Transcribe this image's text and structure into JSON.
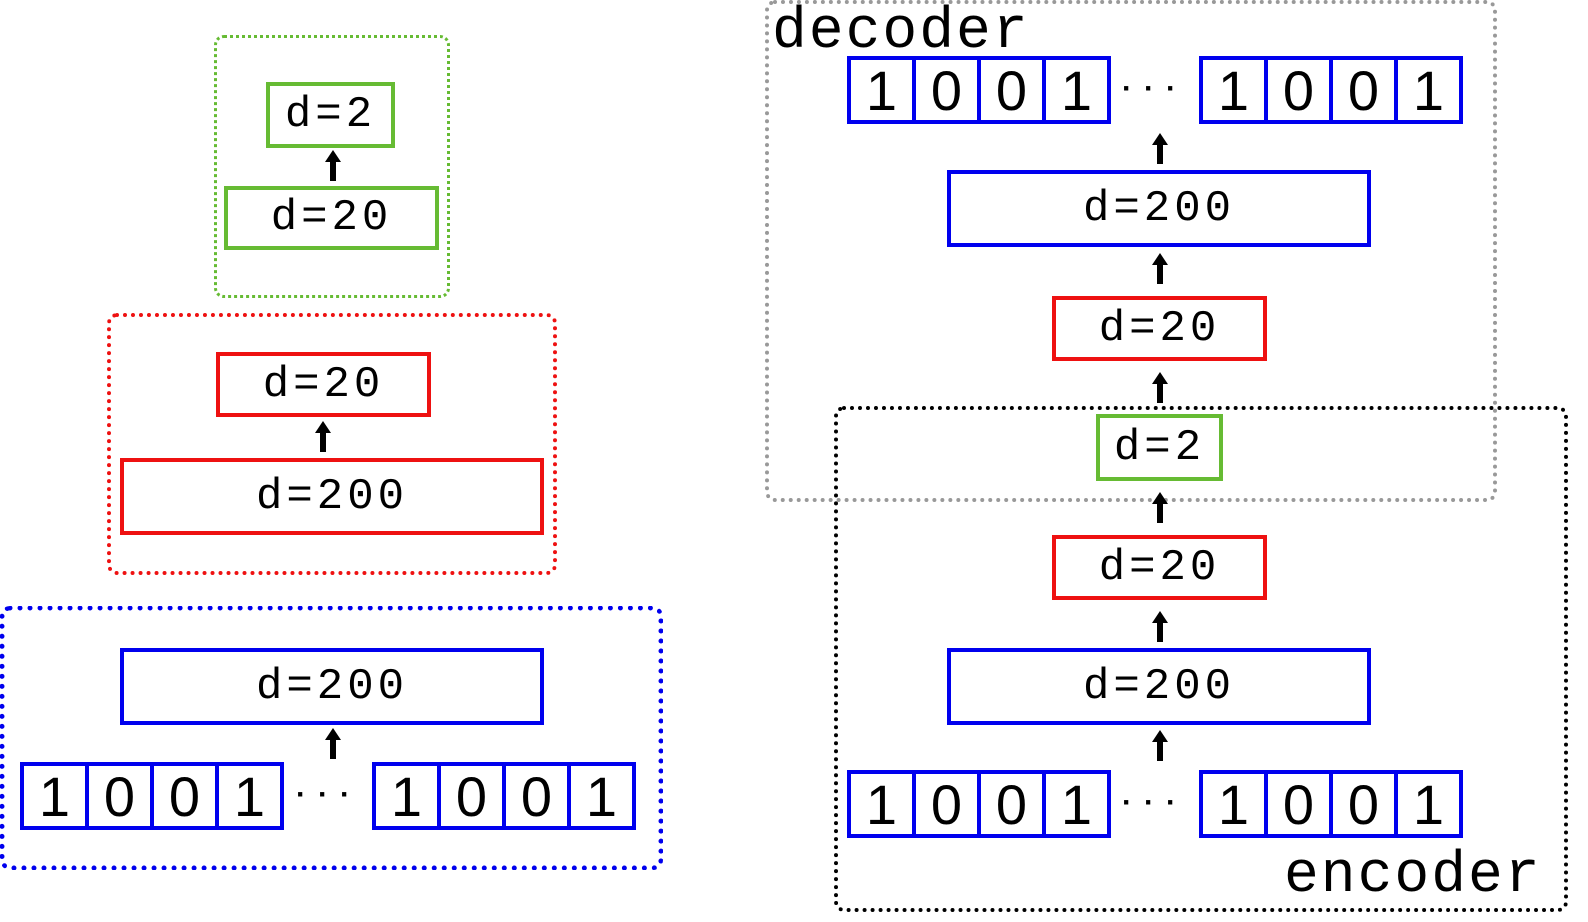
{
  "colors": {
    "blue": "#0000ee",
    "red": "#ee1111",
    "green": "#66bb33",
    "gray": "#999999",
    "black": "#000000"
  },
  "left": {
    "green_group": {
      "top_node": "d=2",
      "bottom_node": "d=20"
    },
    "red_group": {
      "top_node": "d=20",
      "bottom_node": "d=200"
    },
    "blue_group": {
      "node": "d=200",
      "bits_left": [
        "1",
        "0",
        "0",
        "1"
      ],
      "bits_right": [
        "1",
        "0",
        "0",
        "1"
      ],
      "dots": "···"
    }
  },
  "right": {
    "decoder_label": "decoder",
    "encoder_label": "encoder",
    "output_bits_left": [
      "1",
      "0",
      "0",
      "1"
    ],
    "output_bits_right": [
      "1",
      "0",
      "0",
      "1"
    ],
    "output_dots": "···",
    "dec_node_200": "d=200",
    "dec_node_20": "d=20",
    "code_node": "d=2",
    "enc_node_20": "d=20",
    "enc_node_200": "d=200",
    "input_bits_left": [
      "1",
      "0",
      "0",
      "1"
    ],
    "input_bits_right": [
      "1",
      "0",
      "0",
      "1"
    ],
    "input_dots": "···"
  }
}
